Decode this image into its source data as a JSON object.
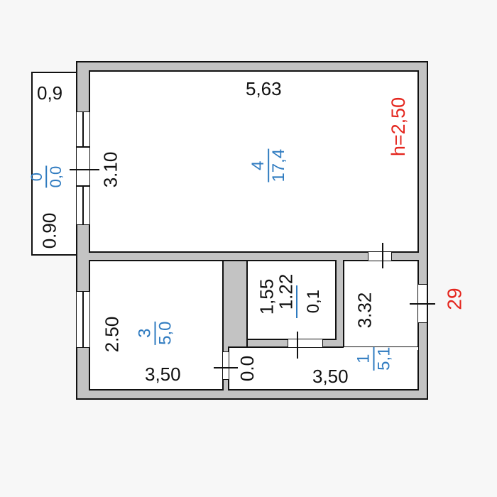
{
  "plan": {
    "room4": {
      "number": "4",
      "area": "17,4",
      "width": "5,63",
      "length": "3.10"
    },
    "balcony": {
      "number": "0",
      "area": "0,0",
      "width": "0,9",
      "length": "0.90"
    },
    "room3": {
      "number": "3",
      "area": "5,0",
      "width": "3,50",
      "length": "2.50"
    },
    "bathroom": {
      "number": "",
      "area": "0,1",
      "width": "1.22",
      "length": "1,55"
    },
    "hall": {
      "number": "1",
      "area": "5,1",
      "width": "3,50",
      "length": "3.32"
    },
    "closet_dim": "0.0",
    "ceiling_height": "h=2,50",
    "entrance_number": "29"
  },
  "colors": {
    "wall": "#c3c3c3",
    "area_label": "#2f7bc0",
    "red_label": "#e4261e"
  }
}
